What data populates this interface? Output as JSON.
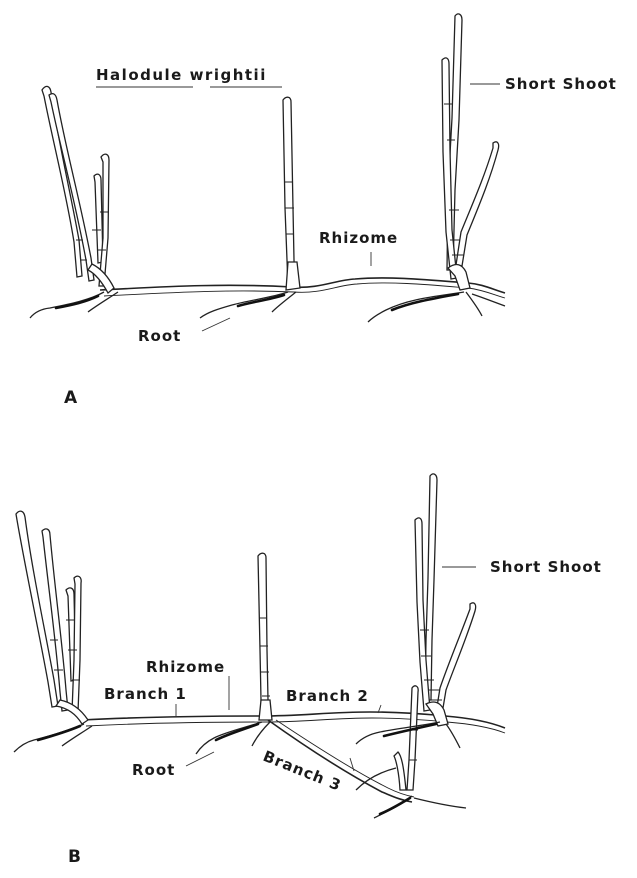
{
  "panel_a": {
    "letter": "A",
    "title": "Halodule wrightii",
    "labels": {
      "short_shoot": "Short Shoot",
      "rhizome": "Rhizome",
      "root": "Root"
    }
  },
  "panel_b": {
    "letter": "B",
    "labels": {
      "short_shoot": "Short Shoot",
      "rhizome": "Rhizome",
      "branch_1": "Branch 1",
      "branch_2": "Branch 2",
      "branch_3": "Branch 3",
      "root": "Root"
    }
  }
}
